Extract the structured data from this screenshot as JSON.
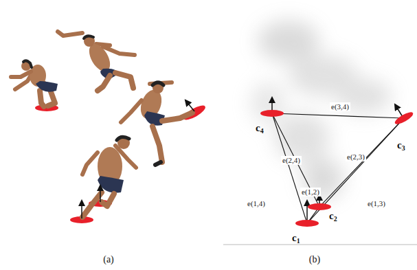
{
  "diagram": {
    "nodes": [
      {
        "text": [
          "c1"
        ]
      },
      {
        "text": [
          "c2"
        ]
      },
      {
        "text": [
          "c3"
        ]
      },
      {
        "text": [
          "c4"
        ]
      }
    ],
    "edges": [
      {
        "from": 0,
        "to": 1,
        "arrow": "none",
        "label": "e(1,2)"
      },
      {
        "from": 0,
        "to": 2,
        "arrow": "none",
        "label": "e(1,3)"
      },
      {
        "from": 0,
        "to": 3,
        "arrow": "none",
        "label": "e(1,4)"
      },
      {
        "from": 1,
        "to": 2,
        "arrow": "none",
        "label": "e(2,3)"
      },
      {
        "from": 1,
        "to": 3,
        "arrow": "none",
        "label": "e(2,4)"
      },
      {
        "from": 2,
        "to": 3,
        "arrow": "none",
        "label": "e(3,4)"
      }
    ],
    "labels": [
      "(a)",
      "(b)"
    ]
  }
}
